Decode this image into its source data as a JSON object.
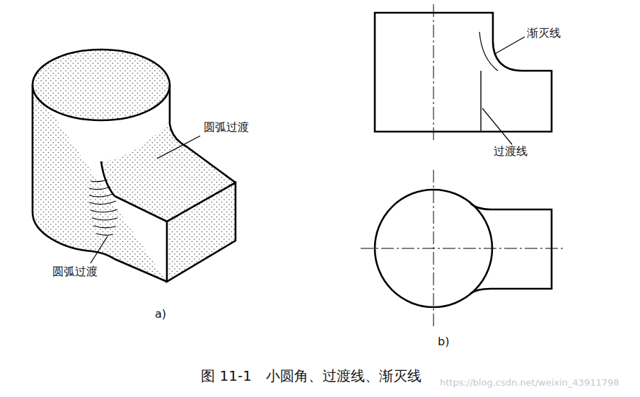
{
  "diagram": {
    "caption": "图 11-1　小圆角、过渡线、渐灭线",
    "labels": [
      "渐灭线",
      "圆弧过渡",
      "过渡线",
      "圆弧过渡",
      "a)",
      "b)",
      "https://blog.csdn.net/weixin_43911798"
    ]
  }
}
